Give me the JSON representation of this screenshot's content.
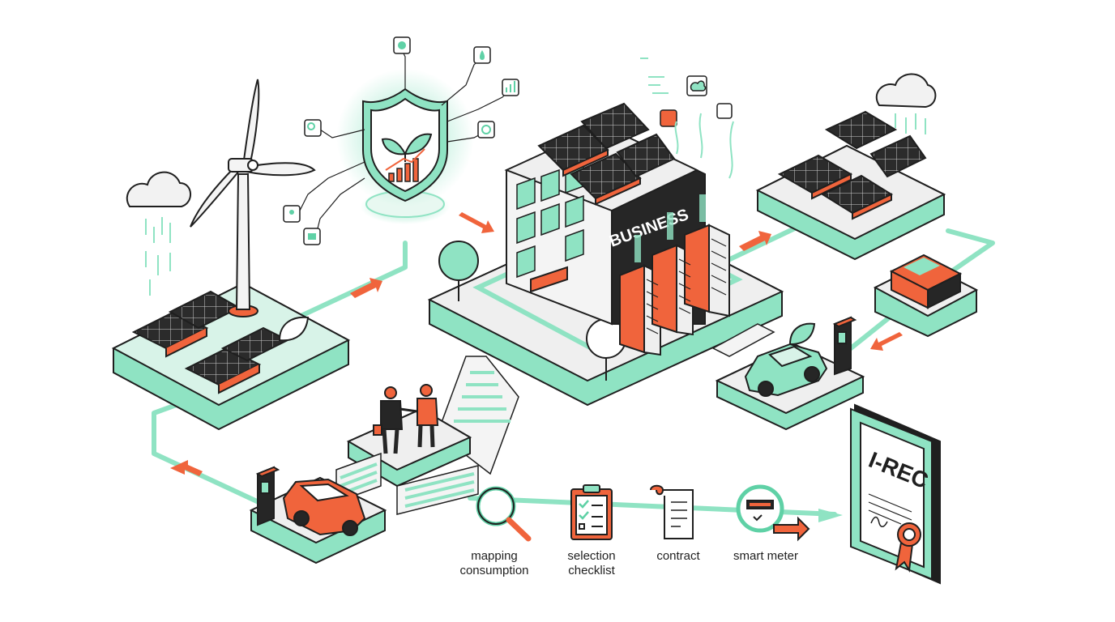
{
  "building": {
    "sign": "BUSINESS"
  },
  "certificate": {
    "title": "I-REC"
  },
  "steps": [
    {
      "lines": [
        "mapping",
        "consumption"
      ],
      "icon": "magnifier-icon"
    },
    {
      "lines": [
        "selection",
        "checklist"
      ],
      "icon": "clipboard-checklist-icon"
    },
    {
      "lines": [
        "contract"
      ],
      "icon": "scroll-contract-icon"
    },
    {
      "lines": [
        "smart meter"
      ],
      "icon": "smart-meter-icon"
    }
  ],
  "colors": {
    "mint": "#8fe3c3",
    "mint_dark": "#5fd1a6",
    "orange": "#f0643c",
    "ink": "#1f1f1f",
    "panel": "#2b2b2b",
    "base": "#efefef"
  }
}
